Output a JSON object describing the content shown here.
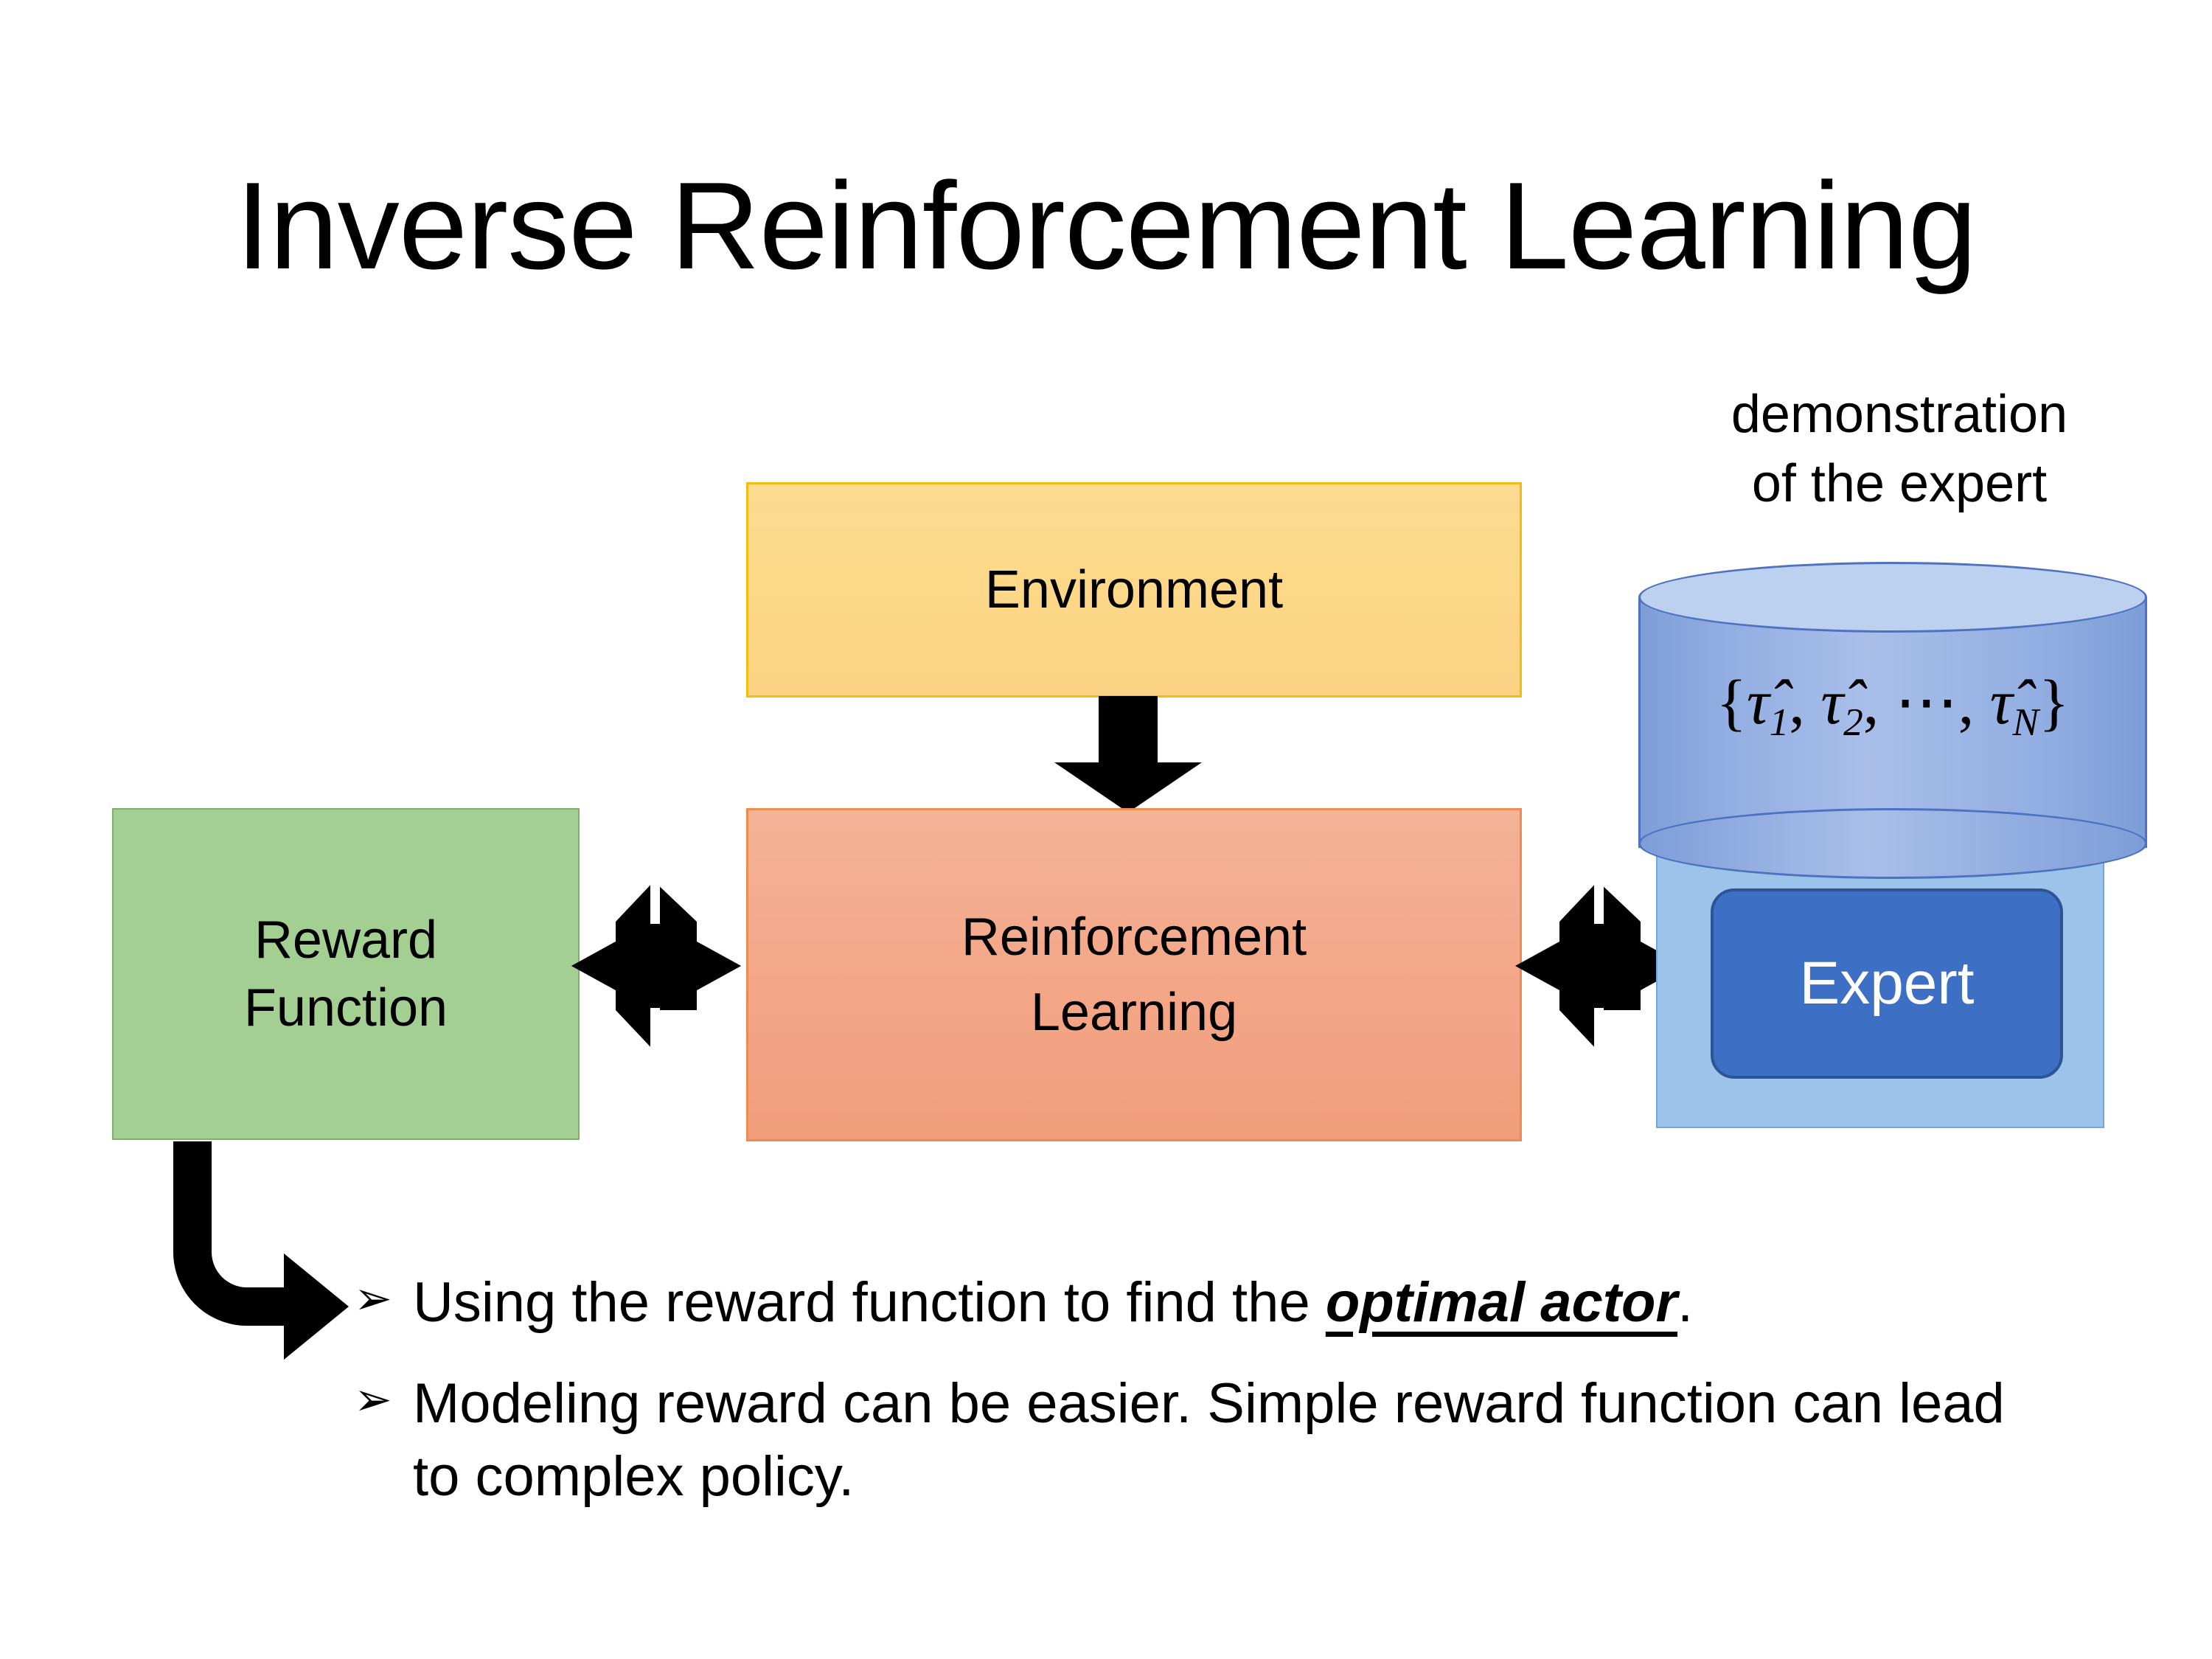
{
  "slide": {
    "title": "Inverse Reinforcement Learning",
    "background_color": "#FFFFFF"
  },
  "diagram": {
    "environment_box": {
      "label": "Environment",
      "fill_color": "#FBD889",
      "border_color": "#F5BC10"
    },
    "reward_box": {
      "line1": "Reward",
      "line2": "Function",
      "fill_color": "#A4CF92",
      "border_color": "#7FB069"
    },
    "rl_box": {
      "line1": "Reinforcement",
      "line2": "Learning",
      "fill_color": "#F3A88B",
      "border_color": "#ED8B50"
    },
    "expert_group": {
      "caption_line1": "demonstration",
      "caption_line2": "of the expert",
      "cylinder_formula": "{τ̂₁, τ̂₂, ⋯, τ̂ₙ}",
      "cylinder_formula_parts": {
        "open_brace": "{",
        "tau1": "τ̂",
        "sub1": "1",
        "comma1": ", ",
        "tau2": "τ̂",
        "sub2": "2",
        "comma2": ", ",
        "ellipsis": "⋯",
        "comma3": ", ",
        "tauN": "τ̂",
        "subN": "N",
        "close_brace": "}"
      },
      "expert_label": "Expert",
      "panel_fill_color": "#9CC3E9",
      "button_fill_color": "#3D70C4",
      "cylinder_fill_color": "#93AEE2"
    },
    "arrows": {
      "env_to_rl": "down-arrow-icon",
      "reward_rl_link": "four-way-arrow-icon",
      "rl_expert_link": "four-way-arrow-icon",
      "reward_to_bullets": "elbow-arrow-icon",
      "color": "#000000"
    }
  },
  "bullets": {
    "marker": "➢",
    "items": [
      {
        "prefix": "Using the reward function to find the ",
        "emphasis": "optimal actor",
        "suffix": "."
      },
      {
        "prefix": "Modeling reward can be easier. Simple reward function can lead to complex policy.",
        "emphasis": "",
        "suffix": ""
      }
    ]
  }
}
